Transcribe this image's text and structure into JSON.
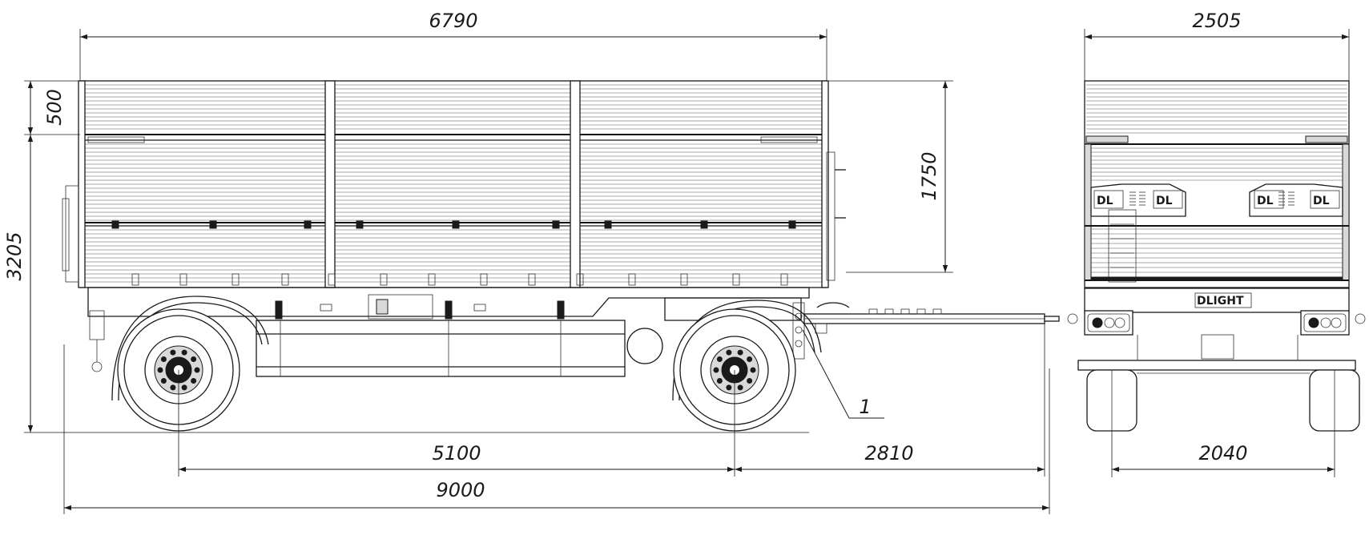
{
  "dimensions": {
    "overall_body_length": "6790",
    "rear_view_width": "2505",
    "top_side_height": "500",
    "body_height": "1750",
    "overall_height": "3205",
    "wheelbase": "5100",
    "drawbar_length": "2810",
    "overall_length": "9000",
    "track_width": "2040"
  },
  "callouts": {
    "drawbar_marker": "1"
  },
  "branding": {
    "plate_left": "DL",
    "plate_right": "DL",
    "rear_logo": "DLIGHT"
  }
}
